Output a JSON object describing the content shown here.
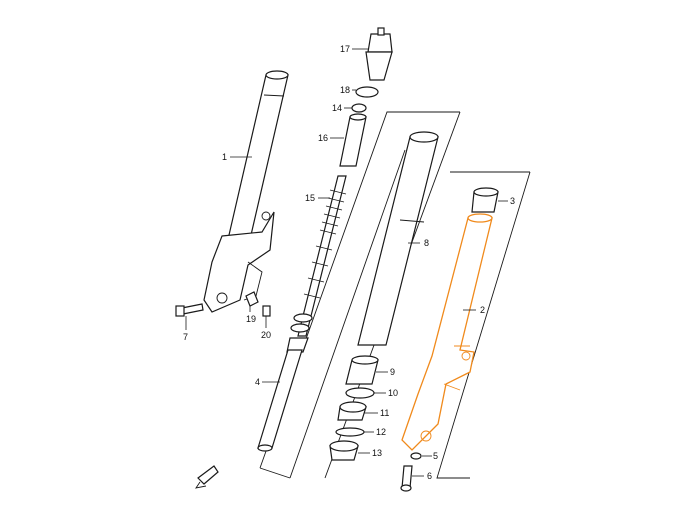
{
  "diagram": {
    "highlight_color": "#f08a1c",
    "line_color": "#1a1a1a",
    "callouts": [
      {
        "id": "1",
        "label": "1"
      },
      {
        "id": "2",
        "label": "2"
      },
      {
        "id": "3",
        "label": "3"
      },
      {
        "id": "4",
        "label": "4"
      },
      {
        "id": "5",
        "label": "5"
      },
      {
        "id": "6",
        "label": "6"
      },
      {
        "id": "7",
        "label": "7"
      },
      {
        "id": "8",
        "label": "8"
      },
      {
        "id": "9",
        "label": "9"
      },
      {
        "id": "10",
        "label": "10"
      },
      {
        "id": "11",
        "label": "11"
      },
      {
        "id": "12",
        "label": "12"
      },
      {
        "id": "13",
        "label": "13"
      },
      {
        "id": "14",
        "label": "14"
      },
      {
        "id": "15",
        "label": "15"
      },
      {
        "id": "16",
        "label": "16"
      },
      {
        "id": "17",
        "label": "17"
      },
      {
        "id": "18",
        "label": "18"
      },
      {
        "id": "19",
        "label": "19"
      },
      {
        "id": "20",
        "label": "20"
      }
    ],
    "highlighted_part": "2"
  }
}
